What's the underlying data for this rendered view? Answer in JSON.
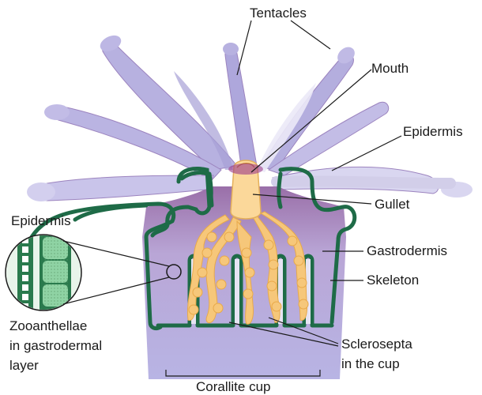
{
  "labels": {
    "tentacles": "Tentacles",
    "mouth": "Mouth",
    "epidermis_right": "Epidermis",
    "gullet": "Gullet",
    "epidermis_left": "Epidermis",
    "gastrodermis": "Gastrodermis",
    "skeleton": "Skeleton",
    "zooxanthellae_line1": "Zooanthellae",
    "zooxanthellae_line2": "in gastrodermal",
    "zooxanthellae_line3": "layer",
    "sclerosepta_line1": "Sclerosepta",
    "sclerosepta_line2": "in the cup",
    "corallite_cup": "Corallite cup"
  },
  "colors": {
    "tentacle_fill": "#bdb8e3",
    "tentacle_shadow": "#9c84bf",
    "body_fill": "#b7b2e2",
    "epidermis_line": "#1e6b47",
    "gullet_fill": "#fbd89a",
    "mesentery_fill": "#f6c77a",
    "zooxanthellae_cell": "#8fd3a4"
  }
}
